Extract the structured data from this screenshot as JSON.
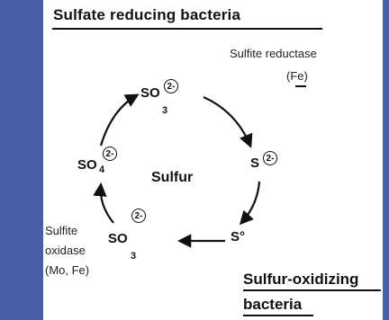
{
  "titles": {
    "top": "Sulfate reducing bacteria",
    "bottom_line1": "Sulfur-oxidizing",
    "bottom_line2": "bacteria"
  },
  "enzymes": {
    "reductase_name": "Sulfite reductase",
    "reductase_cofactor": "(Fe)",
    "oxidase_line1": "Sulfite",
    "oxidase_line2": "oxidase",
    "oxidase_cofactor": "(Mo, Fe)"
  },
  "center": "Sulfur",
  "species": {
    "so3_top": {
      "main": "SO",
      "sub": "3",
      "charge": "2-"
    },
    "sulfide": {
      "main": "S",
      "charge": "2-"
    },
    "sulfur_elemental": {
      "main": "S°"
    },
    "so3_bottom": {
      "main": "SO",
      "sub": "3",
      "charge": "2-"
    },
    "so4": {
      "main": "SO",
      "sub": "4",
      "charge": "2-"
    }
  },
  "colors": {
    "background": "#4a5fa6",
    "panel": "#ffffff",
    "ink": "#111111"
  }
}
